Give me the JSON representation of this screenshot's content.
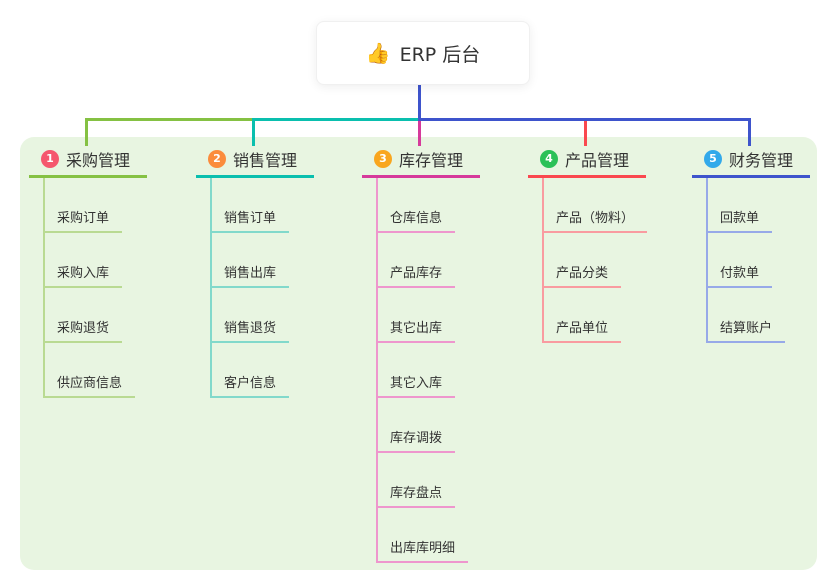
{
  "root": {
    "icon": "👍",
    "icon_name": "thumbs-up-icon",
    "label": "ERP 后台"
  },
  "canvas": {
    "background": "#ffffff",
    "container_bg": "#e8f5e1"
  },
  "connector": {
    "trunk_color": "#3e54cc"
  },
  "branches": [
    {
      "number": "1",
      "label": "采购管理",
      "badge_color": "#f5576e",
      "line_color": "#85c143",
      "child_line_color": "#b9da92",
      "children": [
        "采购订单",
        "采购入库",
        "采购退货",
        "供应商信息"
      ]
    },
    {
      "number": "2",
      "label": "销售管理",
      "badge_color": "#fb8c3c",
      "line_color": "#0abfae",
      "child_line_color": "#82d9cb",
      "children": [
        "销售订单",
        "销售出库",
        "销售退货",
        "客户信息"
      ]
    },
    {
      "number": "3",
      "label": "库存管理",
      "badge_color": "#f9a61e",
      "line_color": "#d63a9b",
      "child_line_color": "#ee96cd",
      "children": [
        "仓库信息",
        "产品库存",
        "其它出库",
        "其它入库",
        "库存调拨",
        "库存盘点",
        "出库库明细"
      ]
    },
    {
      "number": "4",
      "label": "产品管理",
      "badge_color": "#2bc158",
      "line_color": "#fa484f",
      "child_line_color": "#f99ba0",
      "children": [
        "产品（物料）",
        "产品分类",
        "产品单位"
      ]
    },
    {
      "number": "5",
      "label": "财务管理",
      "badge_color": "#32a9ea",
      "line_color": "#3e54cc",
      "child_line_color": "#97a9e8",
      "children": [
        "回款单",
        "付款单",
        "结算账户"
      ]
    }
  ]
}
